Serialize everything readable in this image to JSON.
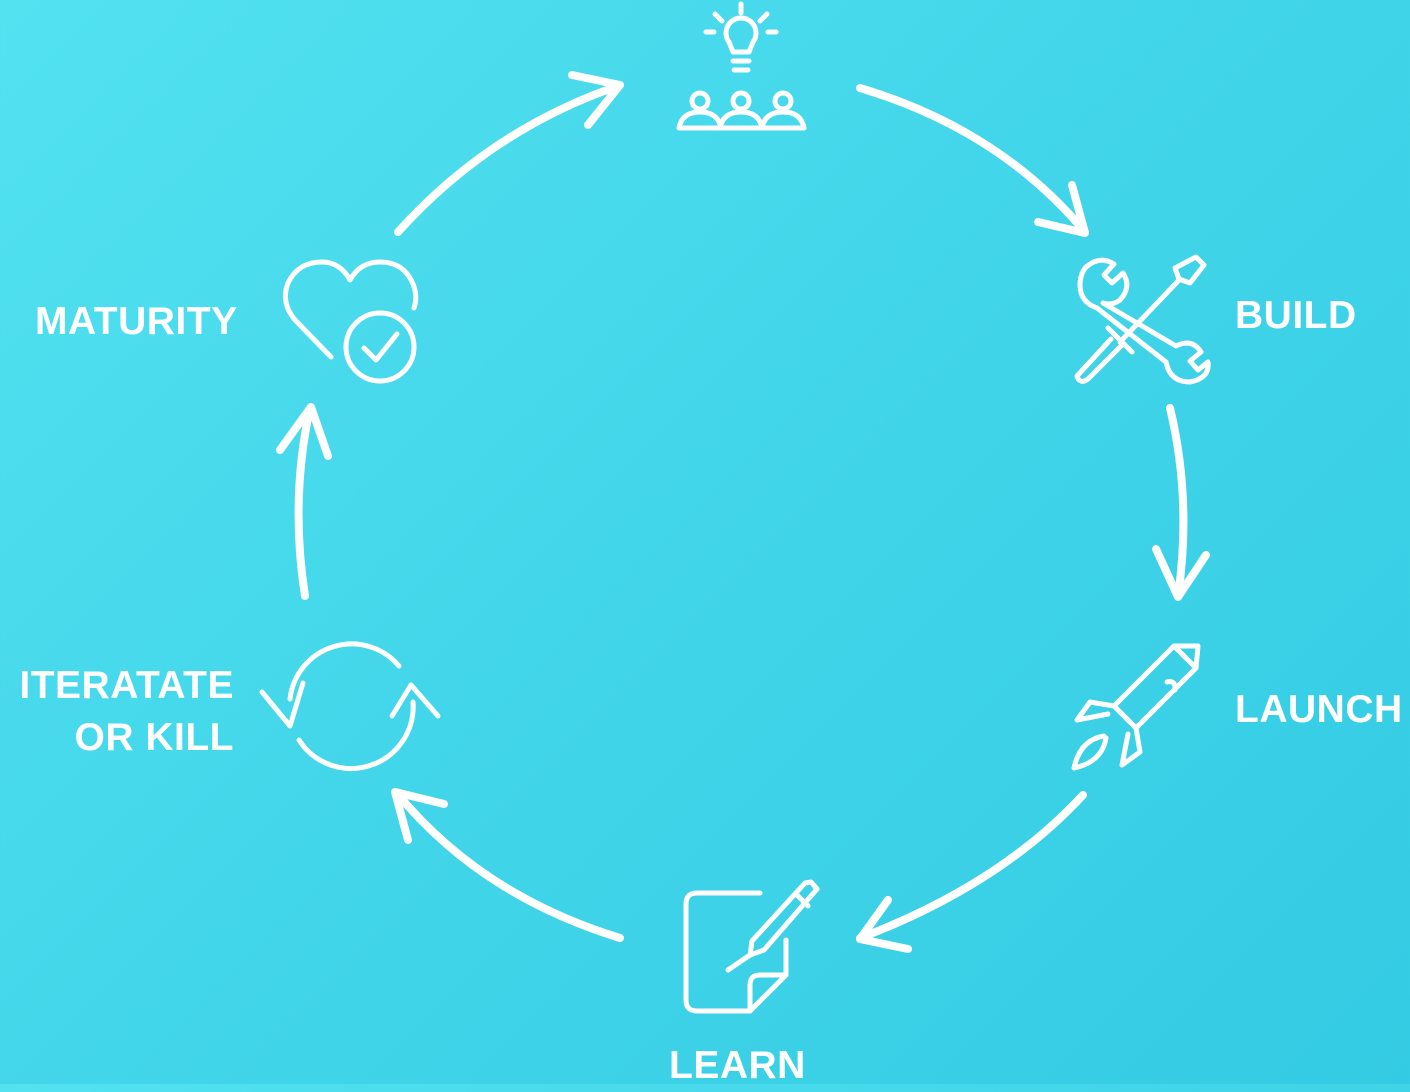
{
  "diagram": {
    "type": "cycle",
    "accent_color": "#ffffff",
    "background_colors": [
      "#52e2f0",
      "#33cbe3"
    ],
    "stages": [
      {
        "id": "ideate",
        "icon": "lightbulb-team-icon",
        "label": ""
      },
      {
        "id": "build",
        "icon": "wrench-screwdriver-icon",
        "label": "BUILD"
      },
      {
        "id": "launch",
        "icon": "rocket-icon",
        "label": "LAUNCH"
      },
      {
        "id": "learn",
        "icon": "notepad-pen-icon",
        "label": "LEARN"
      },
      {
        "id": "iterate",
        "icon": "refresh-cycle-icon",
        "label_line1": "ITERATATE",
        "label_line2": "OR KILL"
      },
      {
        "id": "maturity",
        "icon": "heart-check-icon",
        "label": "MATURITY"
      }
    ],
    "flow": [
      "ideate",
      "build",
      "launch",
      "learn",
      "iterate",
      "maturity",
      "ideate"
    ]
  }
}
